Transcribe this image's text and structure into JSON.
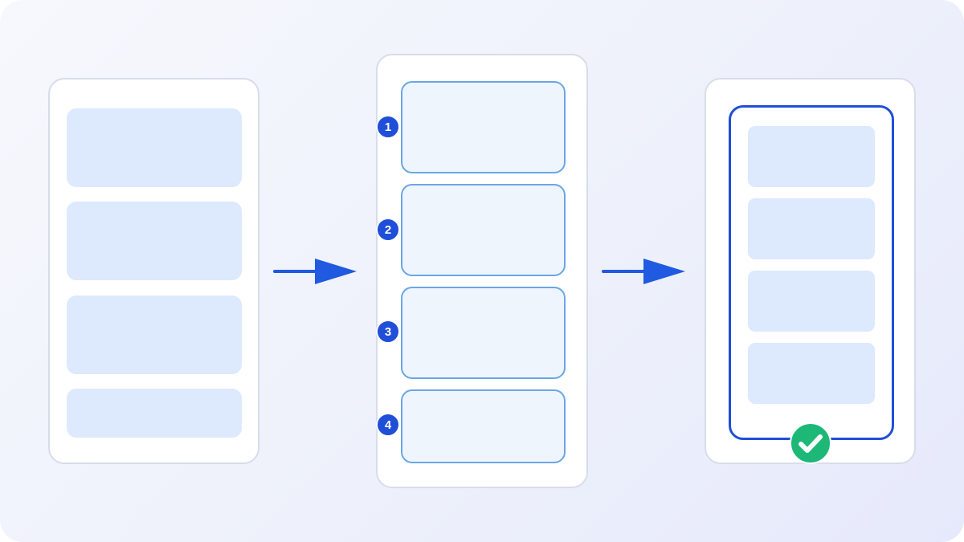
{
  "diagram": {
    "steps": [
      {
        "id": "source",
        "block_count": 4
      },
      {
        "id": "numbered",
        "badges": [
          "1",
          "2",
          "3",
          "4"
        ]
      },
      {
        "id": "result",
        "block_count": 4,
        "status": "check-icon"
      }
    ],
    "colors": {
      "accent": "#1f4fd8",
      "block_fill": "#dde9fd",
      "outline": "#6aa6e6",
      "success": "#1db877",
      "card_border": "#d7dde9"
    }
  }
}
